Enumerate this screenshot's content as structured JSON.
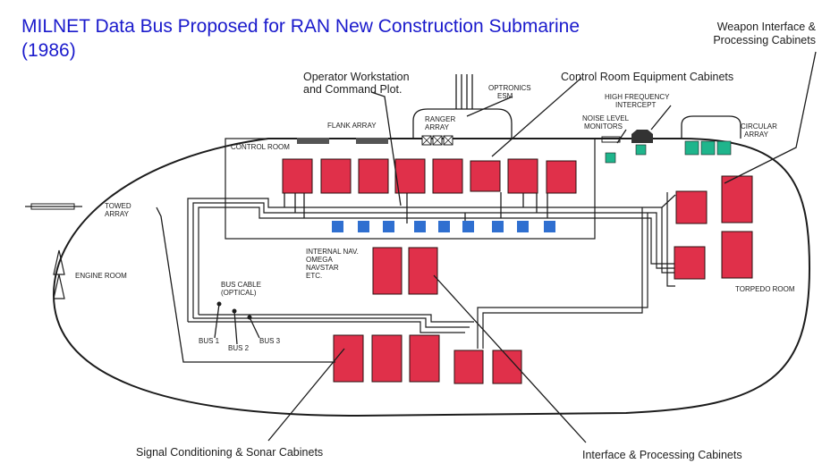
{
  "title_lines": [
    "MILNET Data Bus Proposed for RAN New Construction Submarine",
    "(1986)"
  ],
  "callouts": {
    "weapon_line1": "Weapon Interface &",
    "weapon_line2": "Processing Cabinets",
    "operator_line1": "Operator Workstation",
    "operator_line2": "and Command Plot.",
    "control_room_equipment": "Control Room Equipment Cabinets",
    "signal_conditioning": "Signal Conditioning & Sonar Cabinets",
    "interface_processing": "Interface & Processing Cabinets"
  },
  "labels": {
    "optronics1": "OPTRONICS",
    "optronics2": "ESM",
    "high_freq1": "HIGH FREQUENCY",
    "high_freq2": "INTERCEPT",
    "flank_array": "FLANK ARRAY",
    "ranger1": "RANGER",
    "ranger2": "ARRAY",
    "noise1": "NOISE LEVEL",
    "noise2": "MONITORS",
    "circular1": "CIRCULAR",
    "circular2": "ARRAY",
    "control_room": "CONTROL ROOM",
    "towed1": "TOWED",
    "towed2": "ARRAY",
    "engine_room": "ENGINE ROOM",
    "nav1": "INTERNAL NAV.",
    "nav2": "OMEGA",
    "nav3": "NAVSTAR",
    "nav4": "ETC.",
    "bus_cable1": "BUS CABLE",
    "bus_cable2": "(OPTICAL)",
    "bus1": "BUS 1",
    "bus2": "BUS 2",
    "bus3": "BUS 3",
    "torpedo_room": "TORPEDO ROOM"
  },
  "colors": {
    "title": "#1a1acc",
    "cabinet": "#e0304a",
    "workstation": "#2f6fd0",
    "sensor": "#1fb58c"
  }
}
